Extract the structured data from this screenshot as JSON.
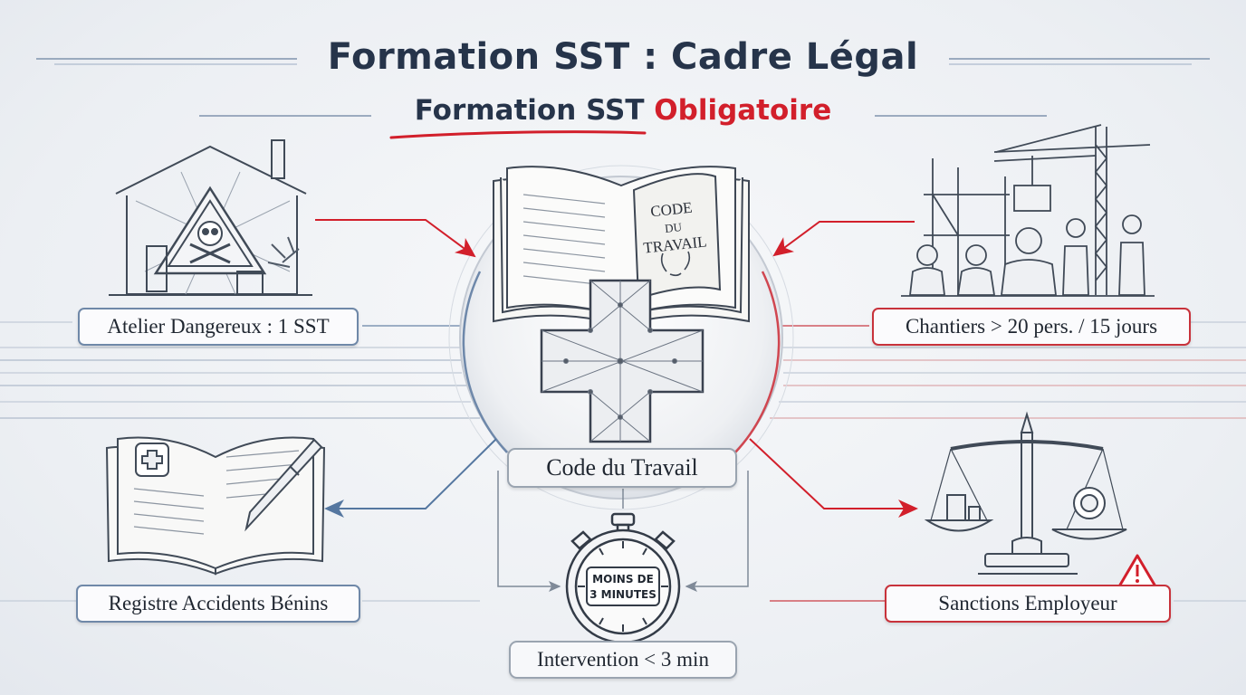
{
  "title": "Formation SST : Cadre Légal",
  "subtitle": {
    "part1": "Formation SST",
    "part2": "Obligatoire"
  },
  "book": {
    "cover_line1": "CODE",
    "cover_line2": "DU",
    "cover_line3": "TRAVAIL"
  },
  "center_label": "Code du Travail",
  "stopwatch": {
    "text_line1": "MOINS DE",
    "text_line2": "3 MINUTES"
  },
  "labels": {
    "atelier": "Atelier Dangereux : 1 SST",
    "chantiers": "Chantiers > 20 pers. / 15 jours",
    "registre": "Registre Accidents Bénins",
    "sanctions": "Sanctions Employeur",
    "intervention": "Intervention < 3 min"
  },
  "colors": {
    "accent_red": "#d21f2b",
    "blue": "#5577a0",
    "navy": "#26344a",
    "sketch": "#4a5462"
  },
  "icons": [
    "hazard-workshop-icon",
    "construction-site-icon",
    "code-book-icon",
    "medical-cross-icon",
    "register-book-icon",
    "justice-scale-icon",
    "stopwatch-icon",
    "warning-triangle-icon"
  ]
}
